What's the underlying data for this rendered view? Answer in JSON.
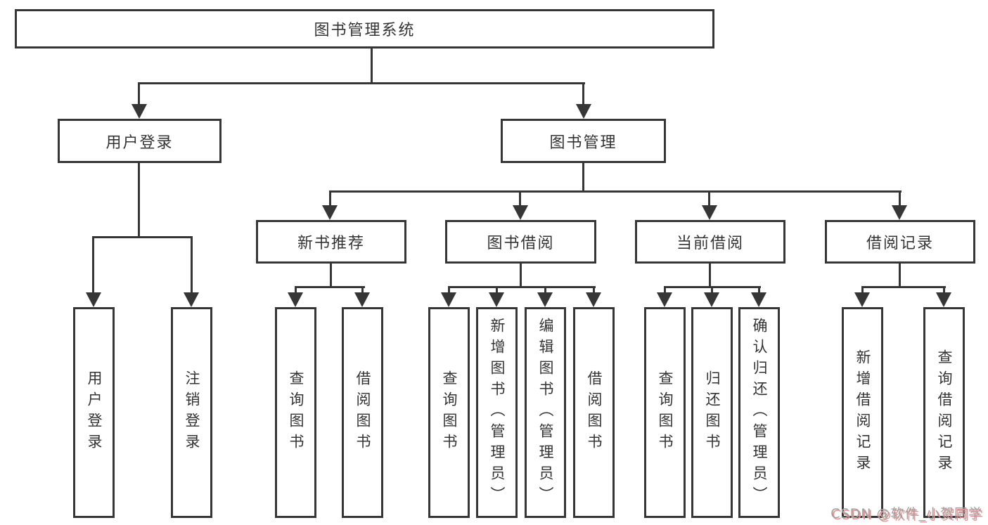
{
  "diagram": {
    "root": {
      "label": "图书管理系统"
    },
    "branches": [
      {
        "label": "用户登录",
        "children": [
          {
            "label": "用户登录"
          },
          {
            "label": "注销登录"
          }
        ]
      },
      {
        "label": "图书管理",
        "children": [
          {
            "label": "新书推荐",
            "children": [
              {
                "label": "查询图书"
              },
              {
                "label": "借阅图书"
              }
            ]
          },
          {
            "label": "图书借阅",
            "children": [
              {
                "label": "查询图书"
              },
              {
                "label": "新增图书（管理员）"
              },
              {
                "label": "编辑图书（管理员）"
              },
              {
                "label": "借阅图书"
              }
            ]
          },
          {
            "label": "当前借阅",
            "children": [
              {
                "label": "查询图书"
              },
              {
                "label": "归还图书"
              },
              {
                "label": "确认归还（管理员）"
              }
            ]
          },
          {
            "label": "借阅记录",
            "children": [
              {
                "label": "新增借阅记录"
              },
              {
                "label": "查询借阅记录"
              }
            ]
          }
        ]
      }
    ]
  },
  "watermark": {
    "text": "CSDN @软件_小贺同学"
  },
  "colors": {
    "line": "#363636",
    "text": "#333333",
    "background": "#ffffff",
    "watermark_text": "#a0a0a0",
    "watermark_shadow": "#ea8f8f"
  }
}
